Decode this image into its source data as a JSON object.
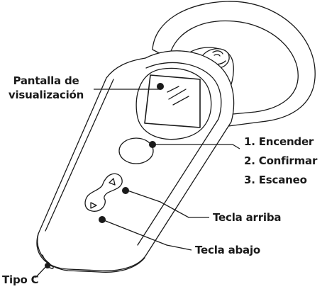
{
  "labels": {
    "display_line1": "Pantalla de",
    "display_line2": "visualización",
    "power_1": "1. Encender",
    "power_2": "2. Confirmar",
    "power_3": "3. Escaneo",
    "key_up": "Tecla arriba",
    "key_down": "Tecla abajo",
    "usb_port": "Tipo C"
  },
  "colors": {
    "line": "#1a1a1a",
    "device_fill": "#ffffff",
    "text": "#1a1a1a"
  }
}
